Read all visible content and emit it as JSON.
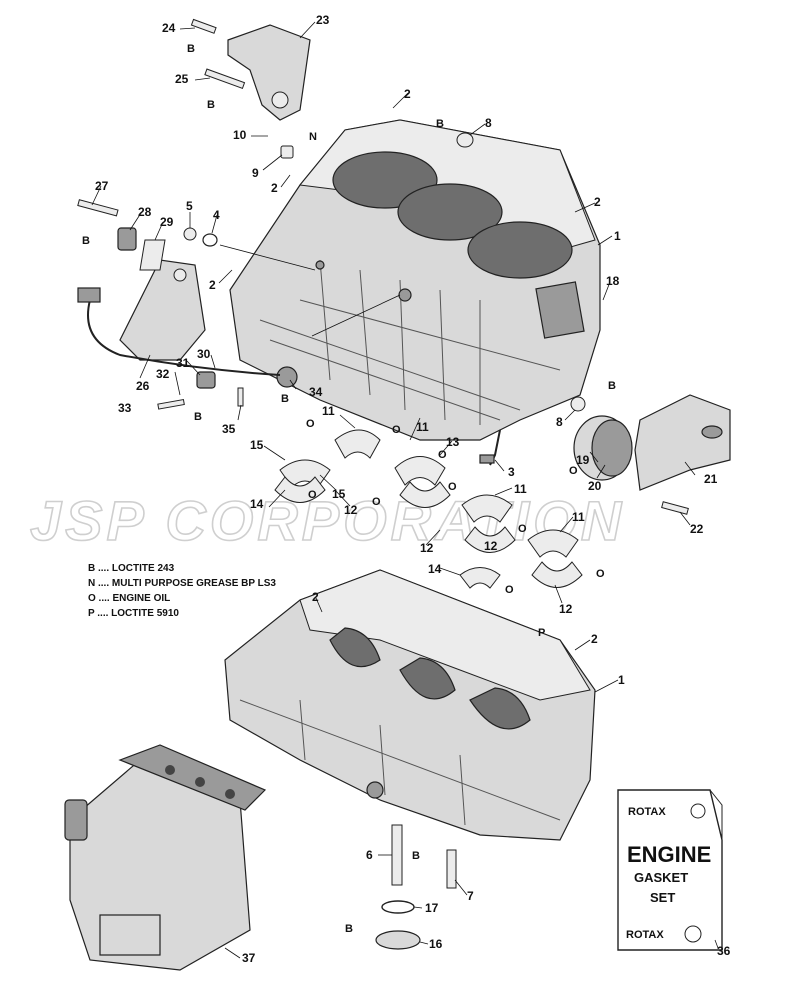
{
  "watermark": "JSP CORPORATION",
  "legend": [
    {
      "code": "B",
      "text": "LOCTITE 243"
    },
    {
      "code": "N",
      "text": "MULTI PURPOSE GREASE BP LS3"
    },
    {
      "code": "O",
      "text": "ENGINE OIL"
    },
    {
      "code": "P",
      "text": "LOCTITE 5910"
    }
  ],
  "legend_lines": [
    "B .... LOCTITE 243",
    "N .... MULTI PURPOSE GREASE BP LS3",
    "O .... ENGINE OIL",
    "P .... LOCTITE 5910"
  ],
  "gasket_kit": {
    "brand_top": "ROTAX",
    "line1": "ENGINE",
    "line2": "GASKET",
    "line3": "SET",
    "brand_bottom": "ROTAX"
  },
  "callouts": [
    "24",
    "23",
    "25",
    "2",
    "8",
    "10",
    "9",
    "2",
    "27",
    "28",
    "29",
    "5",
    "4",
    "2",
    "2",
    "1",
    "18",
    "26",
    "31",
    "30",
    "32",
    "33",
    "34",
    "35",
    "8",
    "11",
    "13",
    "15",
    "3",
    "19",
    "20",
    "21",
    "14",
    "12",
    "15",
    "12",
    "11",
    "12",
    "22",
    "11",
    "14",
    "12",
    "2",
    "1",
    "2",
    "6",
    "7",
    "17",
    "16",
    "37",
    "36",
    "11"
  ],
  "lube_marks": [
    "B",
    "B",
    "N",
    "B",
    "B",
    "B",
    "B",
    "B",
    "O",
    "O",
    "O",
    "O",
    "O",
    "O",
    "O",
    "O",
    "O",
    "O",
    "P",
    "B",
    "B"
  ]
}
